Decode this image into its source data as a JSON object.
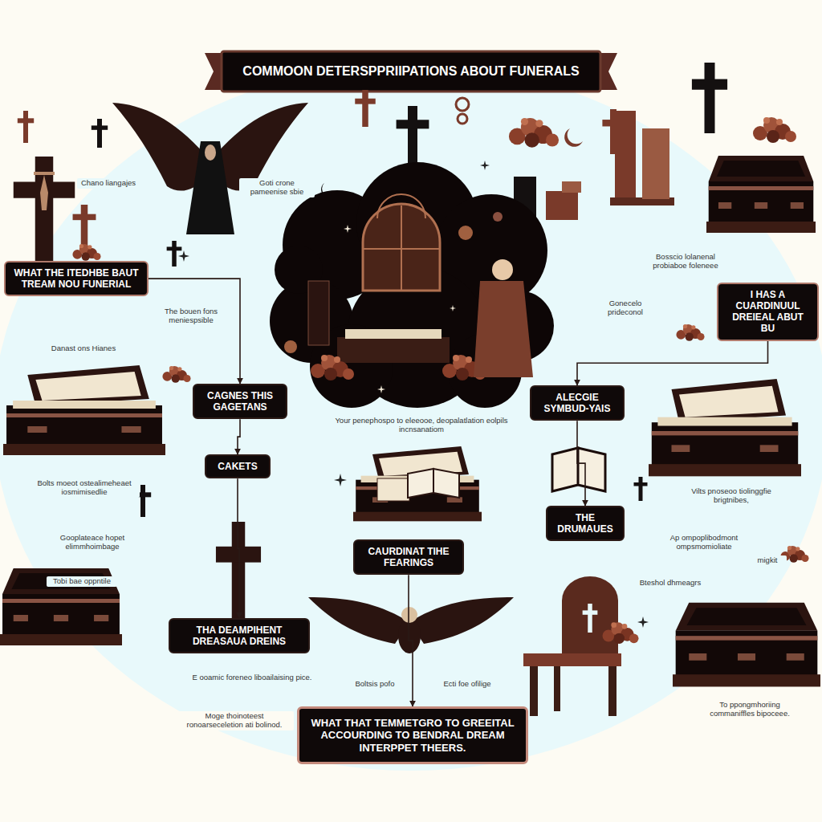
{
  "diagram": {
    "title": "COMMOON DETERSPPRIIPATIONS ABOUT FUNERALS",
    "nodes": [
      {
        "text": [
          "WHAT THE ITEDHBE BAUT TREAM NOU FUNERIAL"
        ]
      },
      {
        "text": [
          "I HAS A CUARDINUUL DREIEAL ABUT BU"
        ]
      },
      {
        "text": [
          "CAGNES THIS GAGETANS"
        ]
      },
      {
        "text": [
          "ALECGIE SYMBUD-YAIS"
        ]
      },
      {
        "text": [
          "CAKETS"
        ]
      },
      {
        "text": [
          "THE DRUMAUES"
        ]
      },
      {
        "text": [
          "CAURDINAT TIHE FEARINGS"
        ]
      },
      {
        "text": [
          "THA DEAMPIHENT DREASAUA DREINS"
        ]
      },
      {
        "text": [
          "WHAT THAT TEMMETGRO TO GREEITAL ACCOURDING TO BENDRAL DREAM INTERPPET THEERS."
        ]
      }
    ],
    "edges": [
      {
        "from": 0,
        "to": 2,
        "arrow": "to"
      },
      {
        "from": 2,
        "to": 4,
        "arrow": "to"
      },
      {
        "from": 4,
        "to": 7,
        "arrow": "to"
      },
      {
        "from": 1,
        "to": 3,
        "arrow": "to"
      },
      {
        "from": 3,
        "to": 5,
        "arrow": "to"
      },
      {
        "from": 6,
        "to": 8,
        "arrow": "to"
      }
    ],
    "labels": [
      "Chano liangajes",
      "Goti crone pameenise sbie",
      "The bouen fons meniespsible",
      "Danast ons Hianes",
      "Bosscio lolanenal probiaboe foleneee",
      "Gonecelo prideconol",
      "Your penephospo to eleeooe, deopalatlation eolpils incnsanatiom",
      "Bolts moeot ostealimeheaet iosmimisedlie",
      "Gooplateace hopet elimmhoimbage",
      "Tobi bae oppntile",
      "Vilts pnoseoo tiolinggfie brigtnibes,",
      "Ap ompoplibodmont ompsmomioliate",
      "migkit",
      "Bteshol dhmeagrs",
      "Boltsis pofo",
      "Ecti foe ofilige",
      "E ooamic foreneo liboailaising pice.",
      "Moge thoinoteest ronoarseceletion ati bolinod.",
      "To ppongmhoriing commaniffles bipoceee."
    ]
  }
}
